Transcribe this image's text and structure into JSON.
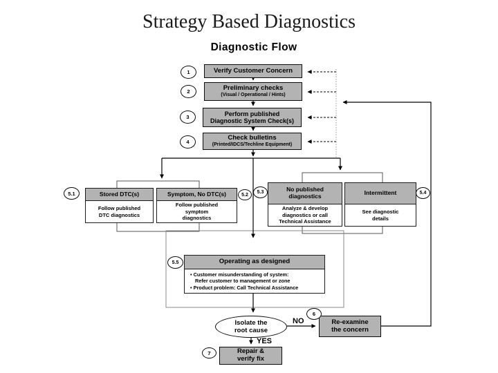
{
  "slide": {
    "title": "Strategy Based Diagnostics",
    "heading": "Diagnostic Flow"
  },
  "colors": {
    "background": "#ffffff",
    "box_fill": "#b3b3b3",
    "box_border": "#000000",
    "container_border": "#666666",
    "dotted_collector": "#b0b0b0",
    "text": "#000000"
  },
  "flow": {
    "step1": {
      "num": "1",
      "label": "Verify Customer Concern"
    },
    "step2": {
      "num": "2",
      "label": "Preliminary checks",
      "sub": "(Visual / Operational / Hints)"
    },
    "step3": {
      "num": "3",
      "label": "Perform published\nDiagnostic System Check(s)"
    },
    "step4": {
      "num": "4",
      "label": "Check bulletins",
      "sub": "(Printed/IDCS/Techline Equipment)"
    },
    "branch51": {
      "num": "5.1",
      "title": "Stored DTC(s)",
      "body": "Follow published\nDTC diagnostics"
    },
    "branch52": {
      "num": "5.2",
      "title": "Symptom, No DTC(s)",
      "body": "Follow published\nsymptom\ndiagnostics"
    },
    "branch53": {
      "num": "5.3",
      "title": "No published\ndiagnostics",
      "body": "Analyze & develop\ndiagnostics or call\nTechnical Assistance"
    },
    "branch54": {
      "num": "5.4",
      "title": "Intermittent",
      "body": "See diagnostic\ndetails"
    },
    "branch55": {
      "num": "5.5",
      "title": "Operating as designed",
      "bullets": [
        "• Customer misunderstanding of system:",
        "Refer customer to management or zone",
        "• Product problem: Call Technical Assistance"
      ]
    },
    "decision": {
      "label": "Isolate the\nroot cause",
      "no_label": "NO",
      "no_num": "6",
      "yes_label": "YES"
    },
    "reexamine": {
      "label": "Re-examine\nthe concern"
    },
    "repair": {
      "num": "7",
      "label": "Repair &\nverify fix"
    }
  }
}
